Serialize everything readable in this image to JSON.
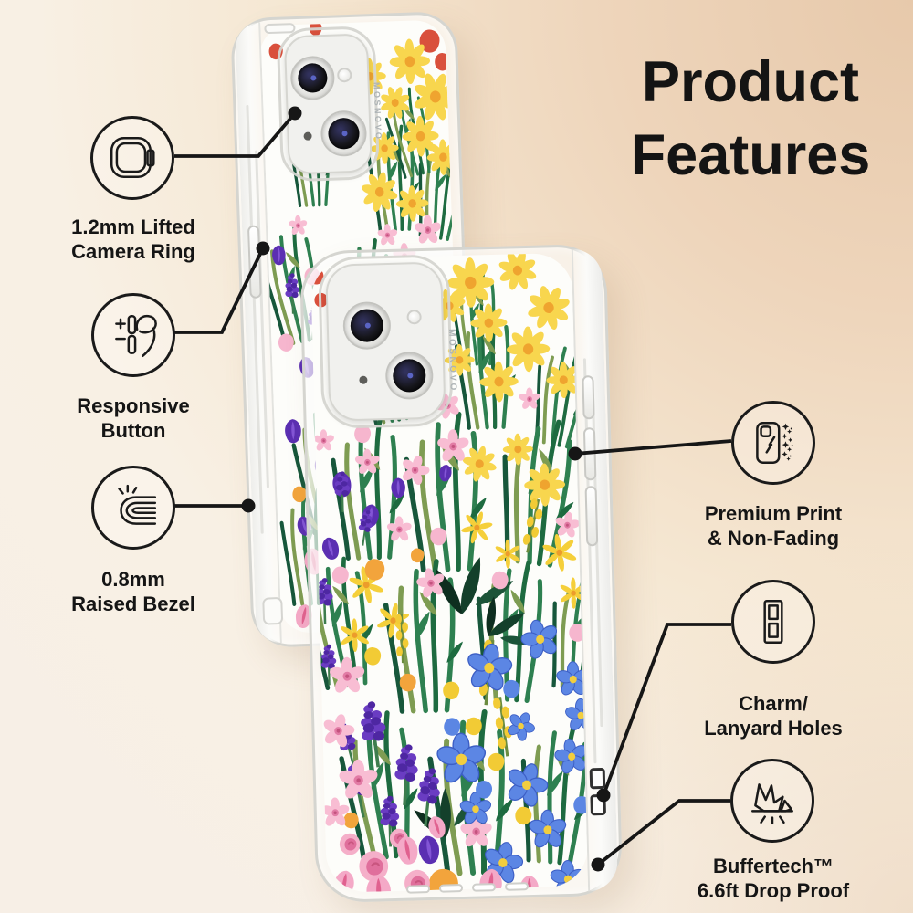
{
  "title": {
    "line1": "Product",
    "line2": "Features"
  },
  "brand": "MOSNOVO",
  "features": [
    {
      "id": "camera-ring",
      "line1": "1.2mm Lifted",
      "line2": "Camera Ring",
      "icon": "camera-ring-icon"
    },
    {
      "id": "responsive-button",
      "line1": "Responsive",
      "line2": "Button",
      "icon": "responsive-button-icon"
    },
    {
      "id": "raised-bezel",
      "line1": "0.8mm",
      "line2": "Raised Bezel",
      "icon": "raised-bezel-icon"
    },
    {
      "id": "premium-print",
      "line1": "Premium Print",
      "line2": "& Non-Fading",
      "icon": "premium-print-icon"
    },
    {
      "id": "lanyard-holes",
      "line1": "Charm/",
      "line2": "Lanyard Holes",
      "icon": "lanyard-holes-icon"
    },
    {
      "id": "drop-proof",
      "line1": "Buffertech™",
      "line2": "6.6ft Drop Proof",
      "icon": "drop-proof-icon"
    }
  ],
  "colors": {
    "text": "#161616",
    "callout_line": "#161616",
    "background_top_right": "#e7c9ab",
    "background_bottom_left": "#f8f1e7",
    "floral_palette": {
      "yellow": "#F8D64E",
      "orange": "#F2A43C",
      "pink": "#F8BDD3",
      "rose": "#F5AFC9",
      "blue": "#5C86E4",
      "purple": "#5B2FB2",
      "lavender": "#6A3CC2",
      "red": "#D9503C",
      "green": "#2E8050",
      "dark_green": "#17573B",
      "olive": "#7E9C52"
    }
  }
}
